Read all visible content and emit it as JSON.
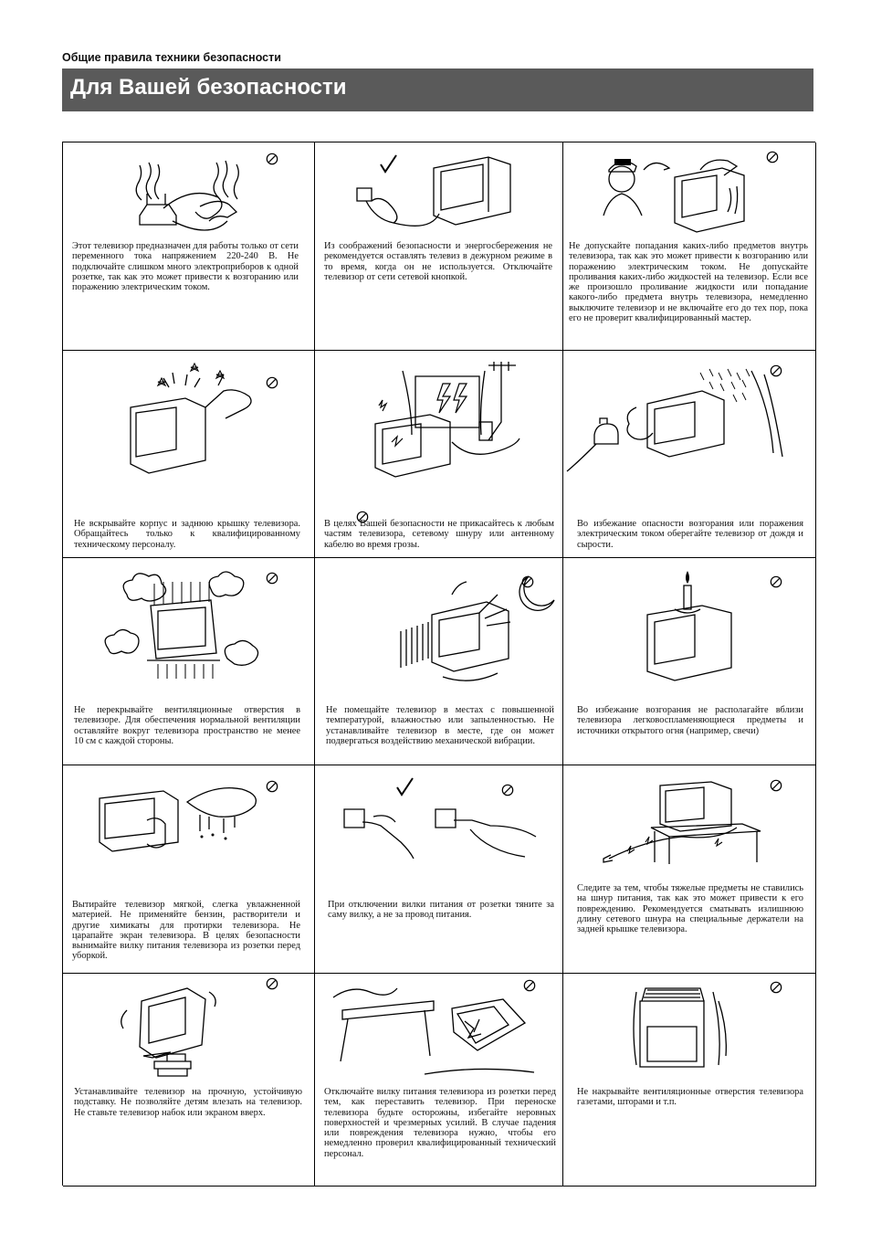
{
  "header": {
    "section": "Общие правила техники безопасности",
    "title": "Для Вашей безопасности"
  },
  "cells": [
    {
      "text": "Этот телевизор предназначен для работы только от сети переменного тока напряжением 220-240 В. Не подключайте слишком много электроприборов к одной розетке, так как это может привести к возгоранию или поражению электрическим током.",
      "icon": "prohibited-icon",
      "illustration": "overloaded-outlet"
    },
    {
      "text": "Из соображений безопасности и энергосбережения не рекомендуется оставлять телевиз в дежурном режиме в то время, когда он не используется. Отключайте телевизор от сети сетевой кнопкой.",
      "icon": "check-icon",
      "illustration": "tv-unplugged"
    },
    {
      "text": "Не допускайте попадания каких-либо предметов внутрь телевизора, так как это может привести к возгоранию или поражению электрическим током. Не допускайте проливания каких-либо жидкостей на телевизор. Если все же произошло проливание жидкости или попадание какого-либо предмета внутрь телевизора, немедленно выключите телевизор и не включайте его до тех пор, пока его не проверит квалифицированный мастер.",
      "icon": "prohibited-icon",
      "illustration": "liquid-spill"
    },
    {
      "text": "Не вскрывайте корпус и заднюю крышку телевизора. Обращайтесь только к квалифицированному техническому персоналу.",
      "icon": "prohibited-icon",
      "illustration": "open-cabinet"
    },
    {
      "text": "В целях Вашей безопасности не прикасайтесь к любым частям телевизора, сетевому шнуру или антенному кабелю во время грозы.",
      "icon": "prohibited-icon",
      "illustration": "lightning"
    },
    {
      "text": "Во избежание опасности возгорания или поражения электрическим током оберегайте телевизор от дождя и сырости.",
      "icon": "prohibited-icon",
      "illustration": "rain-steam"
    },
    {
      "text": "Не перекрывайте вентиляционные отверстия в телевизоре. Для обеспечения нормальной вентиляции оставляйте вокруг телевизора пространство не менее 10 см с каждой стороны.",
      "icon": "prohibited-icon",
      "illustration": "ventilation"
    },
    {
      "text": "Не помещайте телевизор в местах с повышенной температурой, влажностью или запыленностью. Не устанавливайте телевизор в месте, где он может подвергаться воздействию механической вибрации.",
      "icon": "prohibited-icon",
      "illustration": "heat-sun"
    },
    {
      "text": "Во избежание возгорания не располагайте вблизи телевизора легковоспламеняющиеся предметы и источники открытого огня (например, свечи)",
      "icon": "prohibited-icon",
      "illustration": "candle"
    },
    {
      "text": "Вытирайте телевизор мягкой, слегка увлажненной материей. Не применяйте бензин, растворители и другие химикаты для протирки телевизора. Не царапайте экран телевизора. В целях безопасности вынимайте вилку питания телевизора из розетки перед уборкой.",
      "icon": "prohibited-icon",
      "illustration": "cleaning"
    },
    {
      "text": "При отключении вилки питания от розетки тяните за саму вилку, а не за провод питания.",
      "icon": "check-icon",
      "illustration": "plug-removal"
    },
    {
      "text": "Следите за тем, чтобы тяжелые предметы не ставились на шнур питания, так как это может привести к его повреждению. Рекомендуется сматывать излишнюю длину сетевого шнура на специальные держатели на задней крышке телевизора.",
      "icon": "prohibited-icon",
      "illustration": "cord-under-stand"
    },
    {
      "text": "Устанавливайте телевизор на прочную, устойчивую подставку. Не позволяйте детям влезать на телевизор. Не ставьте телевизор набок или экраном вверх.",
      "icon": "prohibited-icon",
      "illustration": "unstable-stand"
    },
    {
      "text": "Отключайте вилку питания телевизора из розетки перед тем, как переставить телевизор. При переноске телевизора будьте осторожны, избегайте неровных поверхностей и чрезмерных усилий. В случае падения или повреждения телевизора нужно, чтобы его немедленно проверил квалифицированный технический персонал.",
      "icon": "prohibited-icon",
      "illustration": "falling-tv"
    },
    {
      "text": "Не накрывайте вентиляционные отверстия телевизора газетами, шторами и т.п.",
      "icon": "prohibited-icon",
      "illustration": "covered-tv"
    }
  ]
}
